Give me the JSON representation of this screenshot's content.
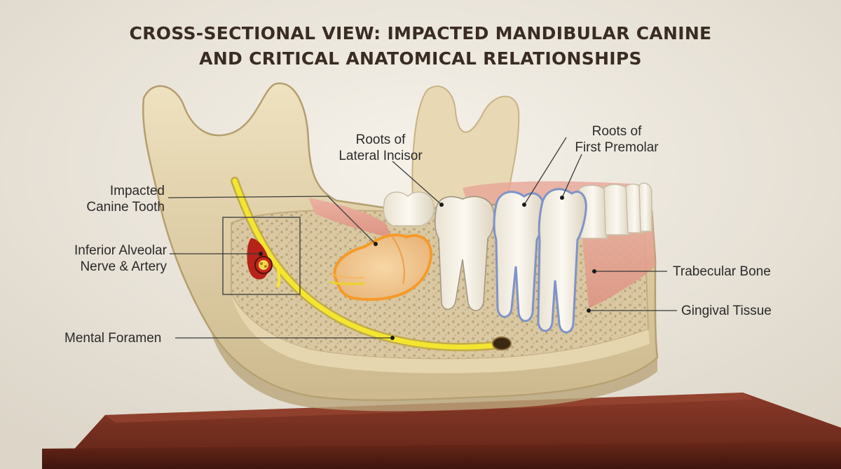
{
  "title": {
    "line1": "CROSS-SECTIONAL VIEW: IMPACTED MANDIBULAR CANINE",
    "line2": "AND CRITICAL ANATOMICAL RELATIONSHIPS"
  },
  "labels": {
    "impacted_canine": {
      "line1": "Impacted",
      "line2": "Canine Tooth"
    },
    "nerve_artery": {
      "line1": "Inferior Alveolar",
      "line2": "Nerve & Artery"
    },
    "mental_foramen": {
      "line1": "Mental Foramen"
    },
    "lateral_incisor_roots": {
      "line1": "Roots of",
      "line2": "Lateral Incisor"
    },
    "first_premolar_roots": {
      "line1": "Roots of",
      "line2": "First Premolar"
    },
    "trabecular_bone": {
      "line1": "Trabecular Bone"
    },
    "gingival_tissue": {
      "line1": "Gingival Tissue"
    }
  },
  "colors": {
    "background": "#ede8df",
    "bone": "#e3d3ac",
    "bone_shadow": "#c9b588",
    "trabecular": "#cdb892",
    "gingiva": "#e8a898",
    "nerve": "#f2e52b",
    "impacted_glow": "#f59a2a",
    "premolar_outline": "#7e93c8",
    "base_wood": "#6b2b1e"
  }
}
